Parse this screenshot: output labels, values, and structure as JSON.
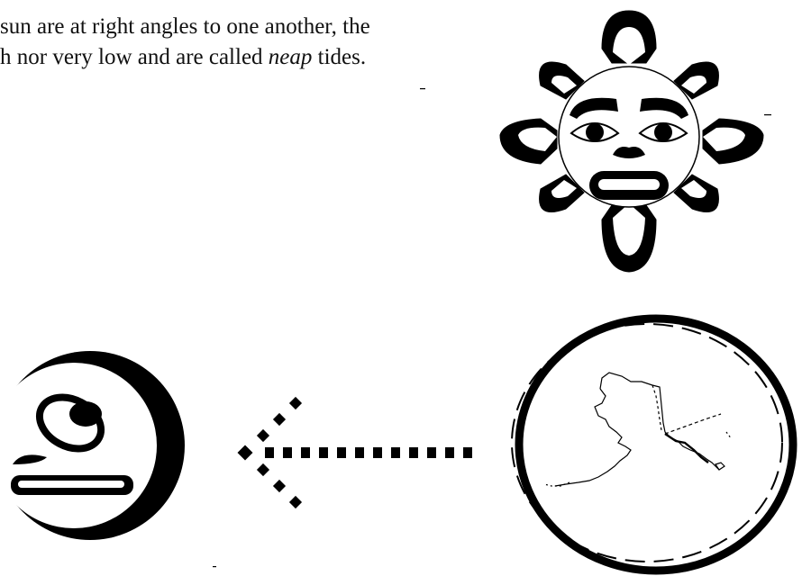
{
  "text": {
    "line1": "sun are at right angles to one another, the",
    "line2_before": "h nor very low and are called ",
    "line2_emphasis": "neap",
    "line2_after": " tides."
  },
  "colors": {
    "ink": "#000000",
    "paper": "#ffffff"
  },
  "illustration": {
    "sun": "sun-face-icon",
    "moon": "crescent-moon-face-icon",
    "arrow": "dotted-arrow-left-icon",
    "earth": "earth-circle-icon",
    "map": "alaska-map-icon"
  }
}
